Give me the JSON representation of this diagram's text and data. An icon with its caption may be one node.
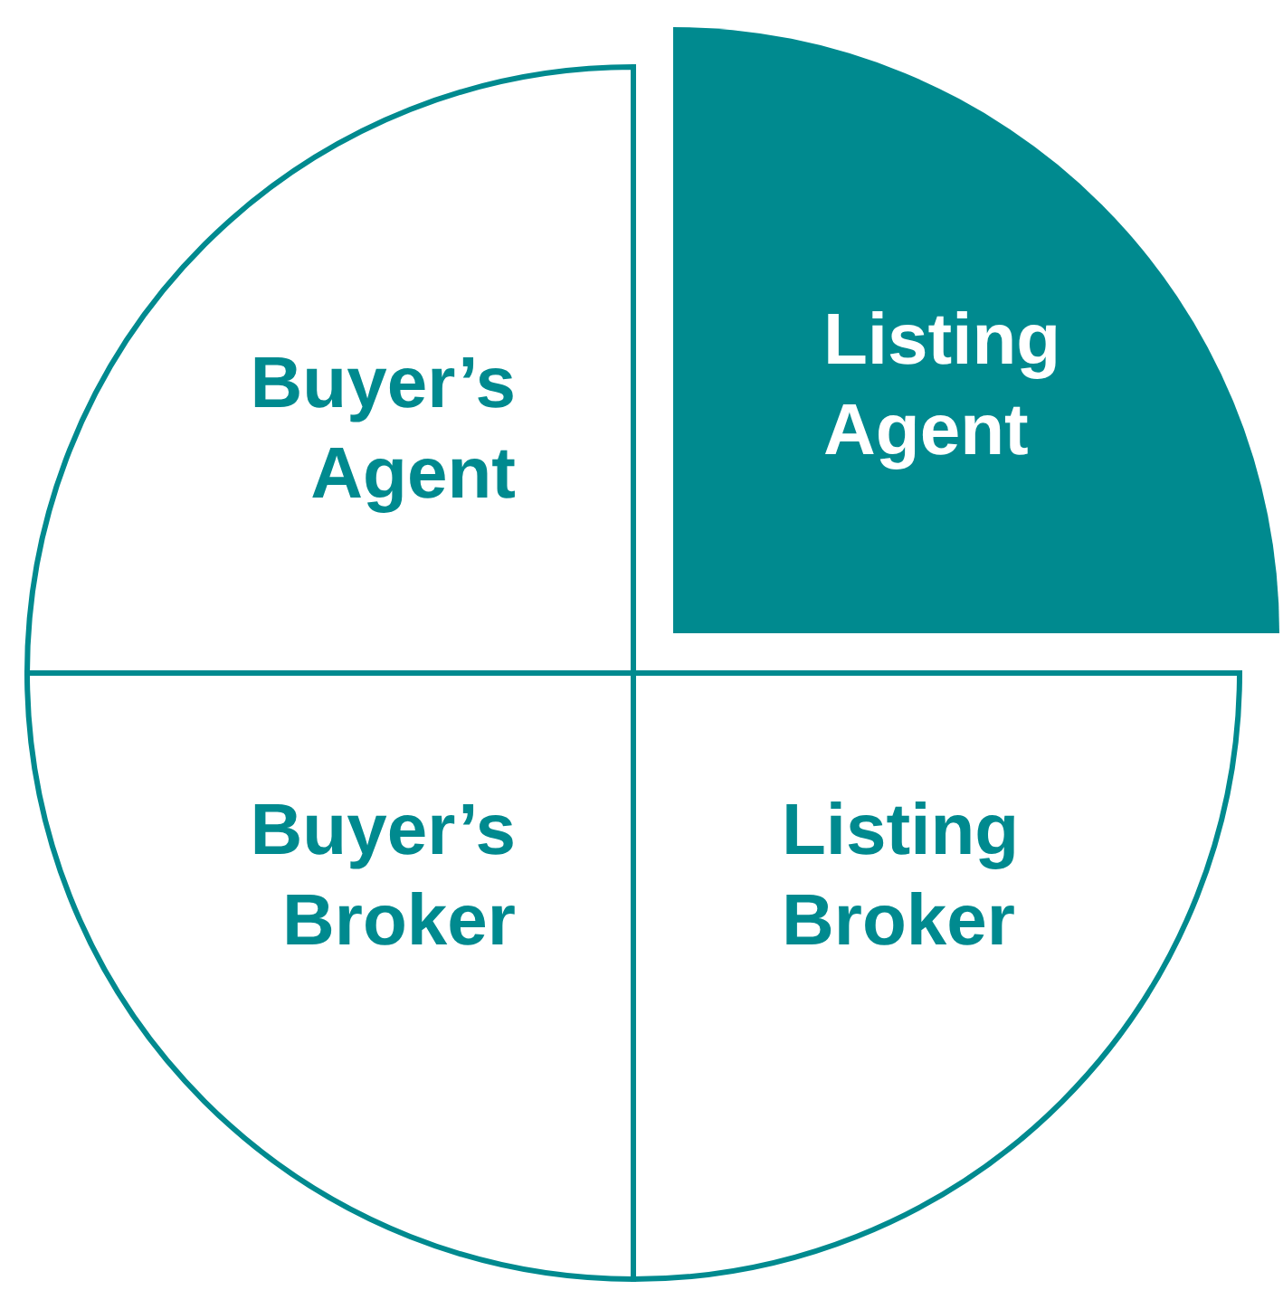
{
  "diagram": {
    "nodes": [
      {
        "text": [
          "Buyer’s Agent"
        ]
      },
      {
        "text": [
          "Listing Agent"
        ]
      },
      {
        "text": [
          "Buyer’s Broker"
        ]
      },
      {
        "text": [
          "Listing Broker"
        ]
      }
    ]
  }
}
